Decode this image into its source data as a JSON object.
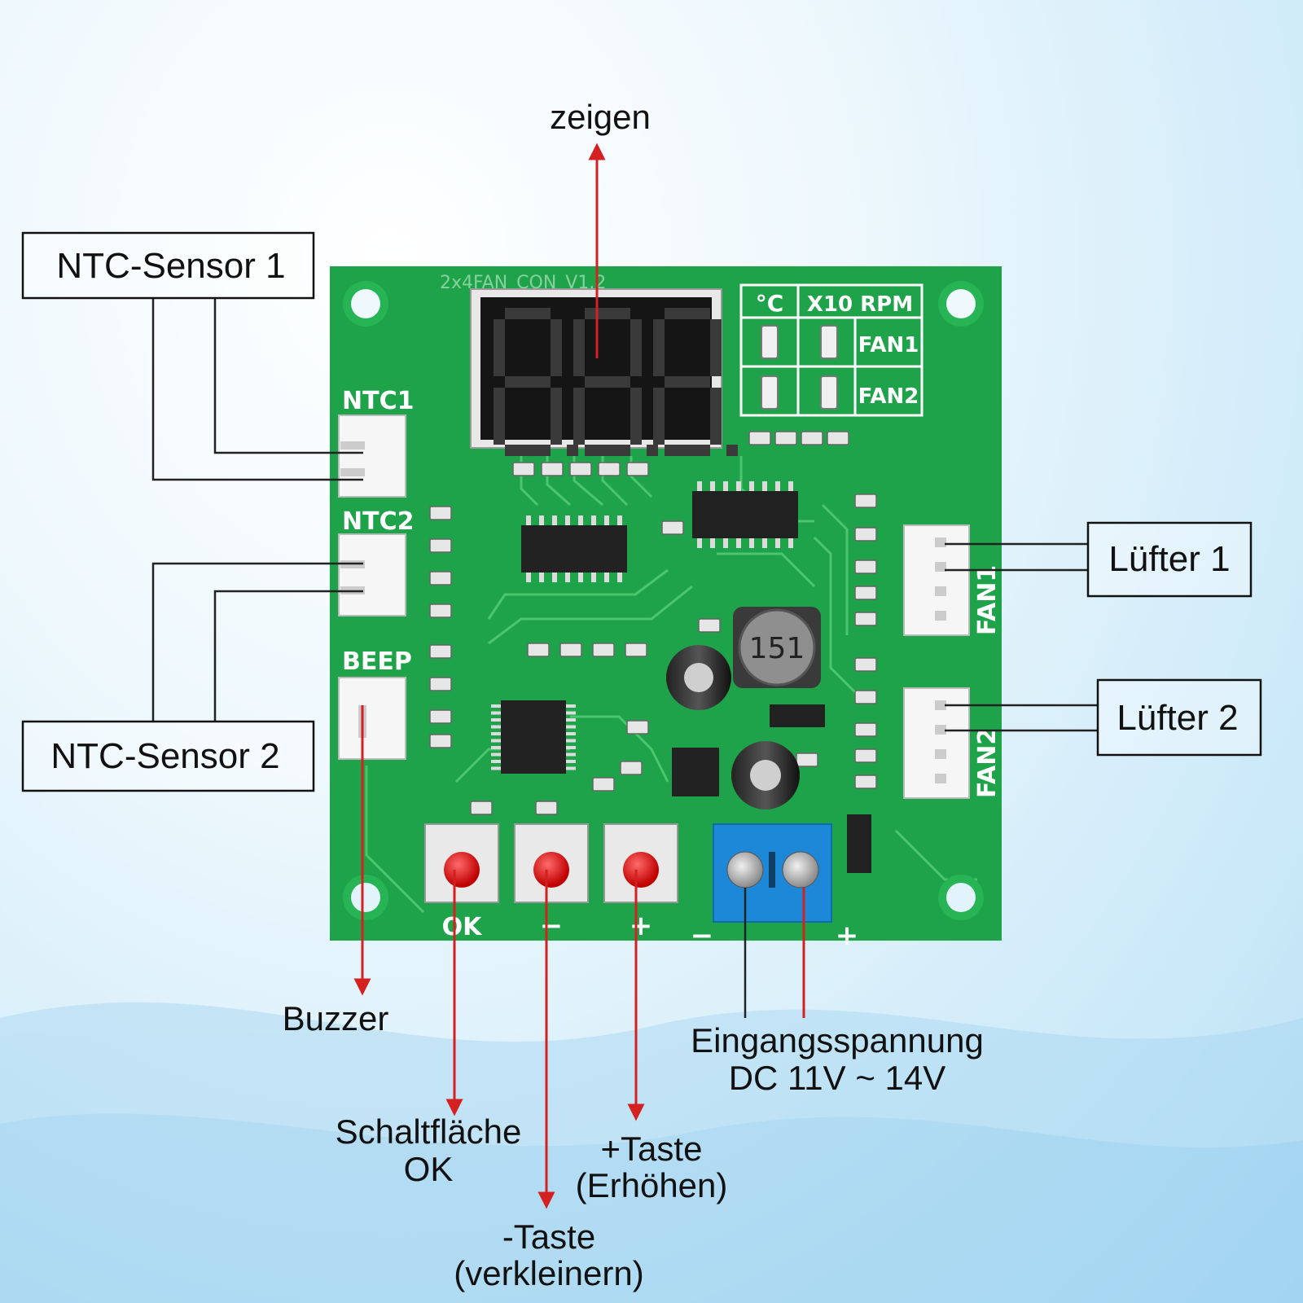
{
  "callouts": {
    "display": "zeigen",
    "ntc_sensor_1": "NTC-Sensor 1",
    "ntc_sensor_2": "NTC-Sensor 2",
    "fan_1": "Lüfter 1",
    "fan_2": "Lüfter 2",
    "buzzer": "Buzzer",
    "ok_button_line1": "Schaltfläche",
    "ok_button_line2": "OK",
    "minus_button_line1": "-Taste",
    "minus_button_line2": "(verkleinern)",
    "plus_button_line1": "+Taste",
    "plus_button_line2": "(Erhöhen)",
    "input_voltage_line1": "Eingangsspannung",
    "input_voltage_line2": "DC 11V ~ 14V"
  },
  "board": {
    "model": "2x4FAN_CON_V1.2",
    "connector_ntc1": "NTC1",
    "connector_ntc2": "NTC2",
    "connector_beep": "BEEP",
    "connector_fan1": "FAN1",
    "connector_fan2": "FAN2",
    "indicator_celsius": "°C",
    "indicator_rpm": "X10 RPM",
    "indicator_fan1": "FAN1",
    "indicator_fan2": "FAN2",
    "display_digits": "8.8.8.",
    "inductor_marking": "151",
    "button_ok": "OK",
    "button_minus": "−",
    "button_plus": "+",
    "terminal_minus": "−",
    "terminal_plus": "+"
  },
  "colors": {
    "pcb_green": "#1fa34a",
    "arrow_red": "#d42020",
    "terminal_blue": "#1e88d8",
    "button_red": "#e01010"
  }
}
